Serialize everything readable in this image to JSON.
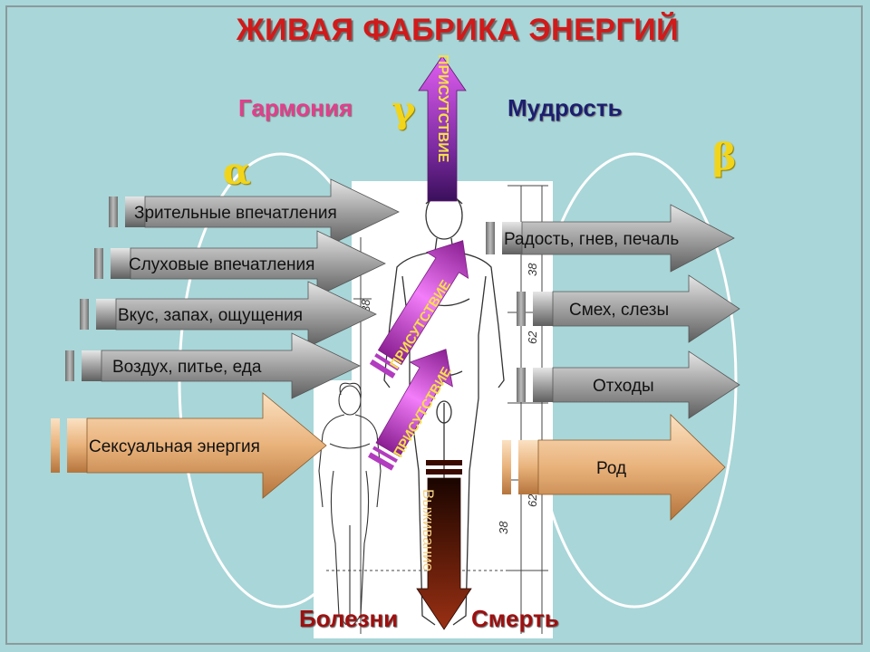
{
  "title": "ЖИВАЯ ФАБРИКА ЭНЕРГИЙ",
  "headings": {
    "harmony": "Гармония",
    "wisdom": "Мудрость"
  },
  "greek": {
    "alpha": "α",
    "beta": "β",
    "gamma": "γ"
  },
  "inputs": [
    "Зрительные впечатления",
    "Слуховые впечатления",
    "Вкус, запах, ощущения",
    "Воздух, питье, еда",
    "Сексуальная энергия"
  ],
  "outputs": [
    "Радость, гнев, печаль",
    "Смех, слезы",
    "Отходы",
    "Род"
  ],
  "vertical": {
    "presence": "ПРИСУТСТВИЕ",
    "survival": "Выживание"
  },
  "bottom": {
    "diseases": "Болезни",
    "death": "Смерть"
  },
  "figure_dims": {
    "upper": "38",
    "middle": "62"
  },
  "colors": {
    "background": "#a9d6d8",
    "gray_arrow": "#8c8c8c",
    "orange_arrow": "#e8b47e",
    "presence_arrow": "#e35ef0",
    "survival_arrow": "#7a200c",
    "title": "#d11a1a",
    "harmony": "#e0408c",
    "wisdom": "#1c1f6e",
    "greek": "#f2d51a"
  }
}
